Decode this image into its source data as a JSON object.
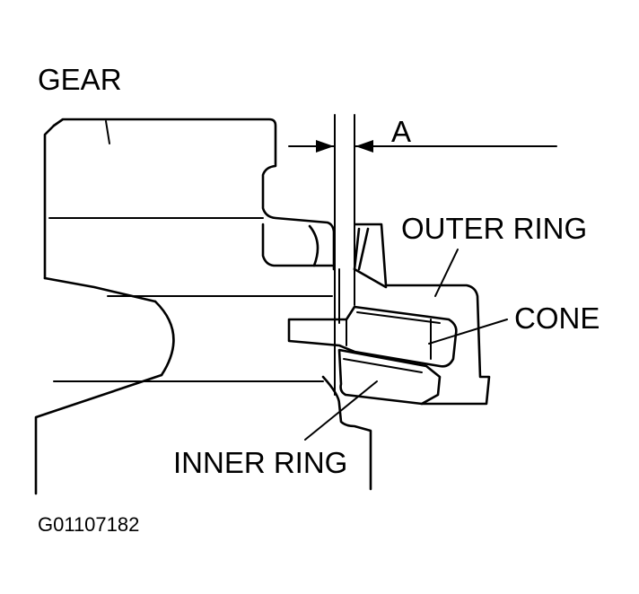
{
  "labels": {
    "gear": "GEAR",
    "dimension": "A",
    "outer_ring": "OUTER RING",
    "cone": "CONE",
    "inner_ring": "INNER RING"
  },
  "figure_code": "G01107182"
}
